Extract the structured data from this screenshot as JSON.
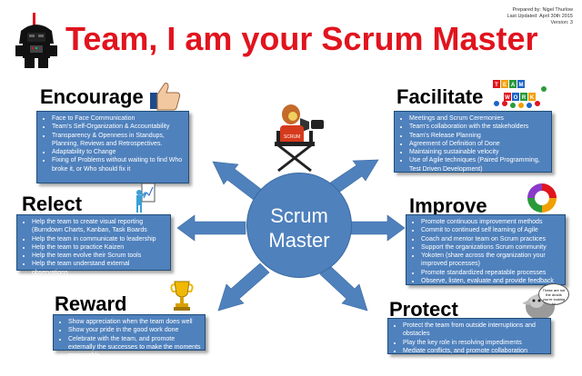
{
  "title": "Team, I am your Scrum Master",
  "meta": {
    "prepared_by": "Prepared by: Nigel Thurlow",
    "last_updated": "Last Updated: April 30th 2015",
    "version": "Version: 3"
  },
  "center": {
    "line1": "Scrum",
    "line2": "Master"
  },
  "colors": {
    "title": "#e1141e",
    "box": "#4f81bd",
    "box_border": "#1f4e79",
    "arrow": "#4f81bd"
  },
  "sections": {
    "encourage": {
      "title": "Encourage",
      "icon": "thumbs-up-icon",
      "items": [
        "Face to Face Communication",
        "Team's Self-Organization & Accountability",
        "Transparency & Openness in Standups, Planning, Reviews and Retrospectives.",
        "Adaptability to Change",
        "Fixing of Problems without waiting to find Who broke it, or Who should fix it"
      ]
    },
    "facilitate": {
      "title": "Facilitate",
      "icon": "team-people-icon",
      "icon_text": [
        "T",
        "E",
        "A",
        "M",
        "W",
        "O",
        "R",
        "K"
      ],
      "items": [
        "Meetings and Scrum Ceremonies",
        "Team's collaboration with the stakeholders",
        "Team's Release Planning",
        "Agreement of Definition of Done",
        "Maintaining sustainable velocity",
        "Use of Agile techniques (Paired Programming, Test Driven Development)"
      ]
    },
    "relect": {
      "title": "Relect",
      "icon": "presenter-board-icon",
      "items": [
        "Help the team to create visual reporting (Burndown Charts, Kanban, Task Boards",
        "Help the team in communicate to leadership",
        "Help the team to practice Kaizen",
        "Help the team evolve their Scrum tools",
        "Help the team understand external observations"
      ]
    },
    "improve": {
      "title": "Improve",
      "icon": "improvement-cycle-icon",
      "items": [
        "Promote continuous improvement methods",
        "Commit to continued self learning of Agile",
        "Coach and mentor team on Scrum practices",
        "Support the organizations Scrum community",
        "Yokoten (share across the organization your improved processes)",
        "Promote standardized repeatable processes",
        "Observe, listen, evaluate and provide feedback"
      ]
    },
    "reward": {
      "title": "Reward",
      "icon": "trophy-icon",
      "items": [
        "Show appreciation when the team does well",
        "Show your pride in the good work done",
        "Celebrate with the team, and promote externally the successes to make the moments memorable"
      ]
    },
    "protect": {
      "title": "Protect",
      "icon": "jedi-protector-icon",
      "speech": "These are not the droids you're looking for",
      "items": [
        "Protect the team from outside interruptions and obstacles",
        "Play the key role in resolving impediments",
        "Mediate conflicts, and promote collaboration"
      ]
    }
  }
}
